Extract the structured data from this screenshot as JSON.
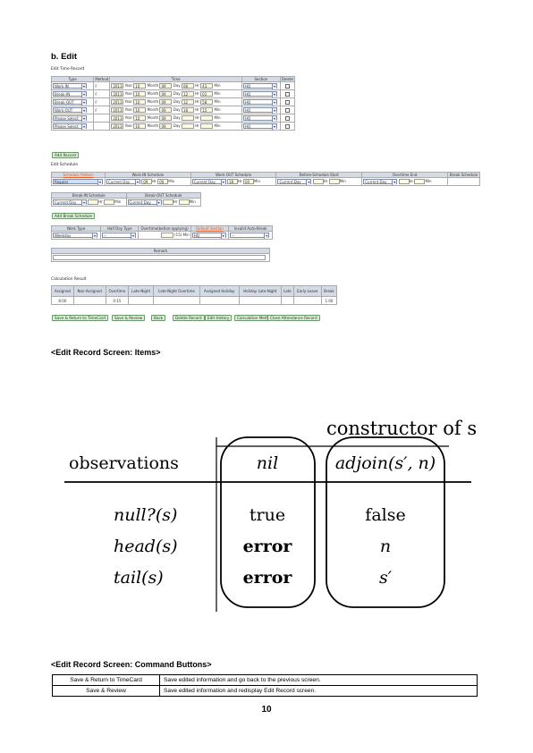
{
  "section_title": "b. Edit",
  "screenshot": {
    "edit_time_record": {
      "caption": "Edit Time Record",
      "headers": [
        "Type",
        "Method",
        "Time",
        "Section",
        "Delete"
      ],
      "rows": [
        {
          "type": "Work-IN",
          "method": "F",
          "year": "2013",
          "y_lbl": "Year",
          "month": "10",
          "m_lbl": "Month",
          "day": "09",
          "d_lbl": "Day",
          "hour": "08",
          "h_lbl": "Hr",
          "min": "43",
          "min_lbl": "Min",
          "section": "HQ"
        },
        {
          "type": "Break-IN",
          "method": "F",
          "year": "2013",
          "y_lbl": "Year",
          "month": "10",
          "m_lbl": "Month",
          "day": "09",
          "d_lbl": "Day",
          "hour": "12",
          "h_lbl": "Hr",
          "min": "01",
          "min_lbl": "Min",
          "section": "HQ"
        },
        {
          "type": "Break-OUT",
          "method": "F",
          "year": "2013",
          "y_lbl": "Year",
          "month": "10",
          "m_lbl": "Month",
          "day": "09",
          "d_lbl": "Day",
          "hour": "12",
          "h_lbl": "Hr",
          "min": "58",
          "min_lbl": "Min",
          "section": "HQ"
        },
        {
          "type": "Work-OUT",
          "method": "F",
          "year": "2013",
          "y_lbl": "Year",
          "month": "10",
          "m_lbl": "Month",
          "day": "09",
          "d_lbl": "Day",
          "hour": "18",
          "h_lbl": "Hr",
          "min": "15",
          "min_lbl": "Min",
          "section": "HQ"
        },
        {
          "type": "Please Select",
          "method": "",
          "year": "2013",
          "y_lbl": "Year",
          "month": "10",
          "m_lbl": "Month",
          "day": "09",
          "d_lbl": "Day",
          "hour": "",
          "h_lbl": "Hr",
          "min": "",
          "min_lbl": "Min",
          "section": "HQ"
        },
        {
          "type": "Please Select",
          "method": "",
          "year": "2013",
          "y_lbl": "Year",
          "month": "10",
          "m_lbl": "Month",
          "day": "09",
          "d_lbl": "Day",
          "hour": "",
          "h_lbl": "Hr",
          "min": "",
          "min_lbl": "Min",
          "section": "HQ"
        }
      ],
      "add_record": "Add Record"
    },
    "edit_schedule": {
      "caption": "Edit Schedule",
      "headers": [
        "Schedule Pattern",
        "Work-IN Schedule",
        "Work-OUT Schedule",
        "Before-Schedule Start",
        "Overtime End",
        "Break Schedule"
      ],
      "pattern": "Regular",
      "in_day": "Current Day",
      "in_hr": "09",
      "in_min": "00",
      "out_day": "Current Day",
      "out_hr": "18",
      "out_min": "00",
      "before_day": "Current Day",
      "ot_day": "Current Day",
      "hr_lbl": "Hr",
      "min_lbl": "Min"
    },
    "break_schedule": {
      "headers": [
        "Break-IN Schedule",
        "Break-OUT Schedule"
      ],
      "in_day": "Current Day",
      "out_day": "Current Day",
      "hr_lbl": "Hr",
      "min_lbl": "Min",
      "add_break": "Add Break Schedule"
    },
    "work_type": {
      "headers": [
        "Work Type",
        "Half Day Type",
        "Overtime(before applying)",
        "Default Section",
        "Invalid Auto-Break"
      ],
      "work_type": "Weekday",
      "half_day": "--",
      "overtime": "(15) Min",
      "section": "HQ",
      "invalid": "--"
    },
    "remark": {
      "header": "Remark"
    },
    "calc": {
      "caption": "Calculation Result",
      "headers": [
        "Assigned",
        "Non-Assigned",
        "Overtime",
        "Late-Night",
        "Late-Night Overtime",
        "Assigned Holiday",
        "Holiday Late-Night",
        "Late",
        "Early-Leave",
        "Break"
      ],
      "values": [
        "8:00",
        "",
        "0:15",
        "",
        "",
        "",
        "",
        "",
        "",
        "1:00"
      ]
    },
    "buttons": [
      "Save & Return to TimeCard",
      "Save & Review",
      "Back",
      "Delete Record",
      "Edit History",
      "Calculation Method",
      "Close Attendance Record"
    ]
  },
  "heading_items": "<Edit Record Screen: Items>",
  "figure": {
    "title": "constructor of s",
    "row_header": "observations",
    "col1": "nil",
    "col2": "adjoin(s′, n)",
    "rows": [
      {
        "obs": "null?(s)",
        "nil": "true",
        "adjoin": "false"
      },
      {
        "obs": "head(s)",
        "nil": "error",
        "adjoin": "n"
      },
      {
        "obs": "tail(s)",
        "nil": "error",
        "adjoin": "s′"
      }
    ]
  },
  "heading_buttons": "<Edit Record Screen: Command Buttons>",
  "command_table": [
    {
      "button": "Save & Return to TimeCard",
      "desc": "Save edited information and go back to the previous screen."
    },
    {
      "button": "Save & Review",
      "desc": "Save edited information and redisplay Edit Record screen."
    }
  ],
  "page_number": "10"
}
